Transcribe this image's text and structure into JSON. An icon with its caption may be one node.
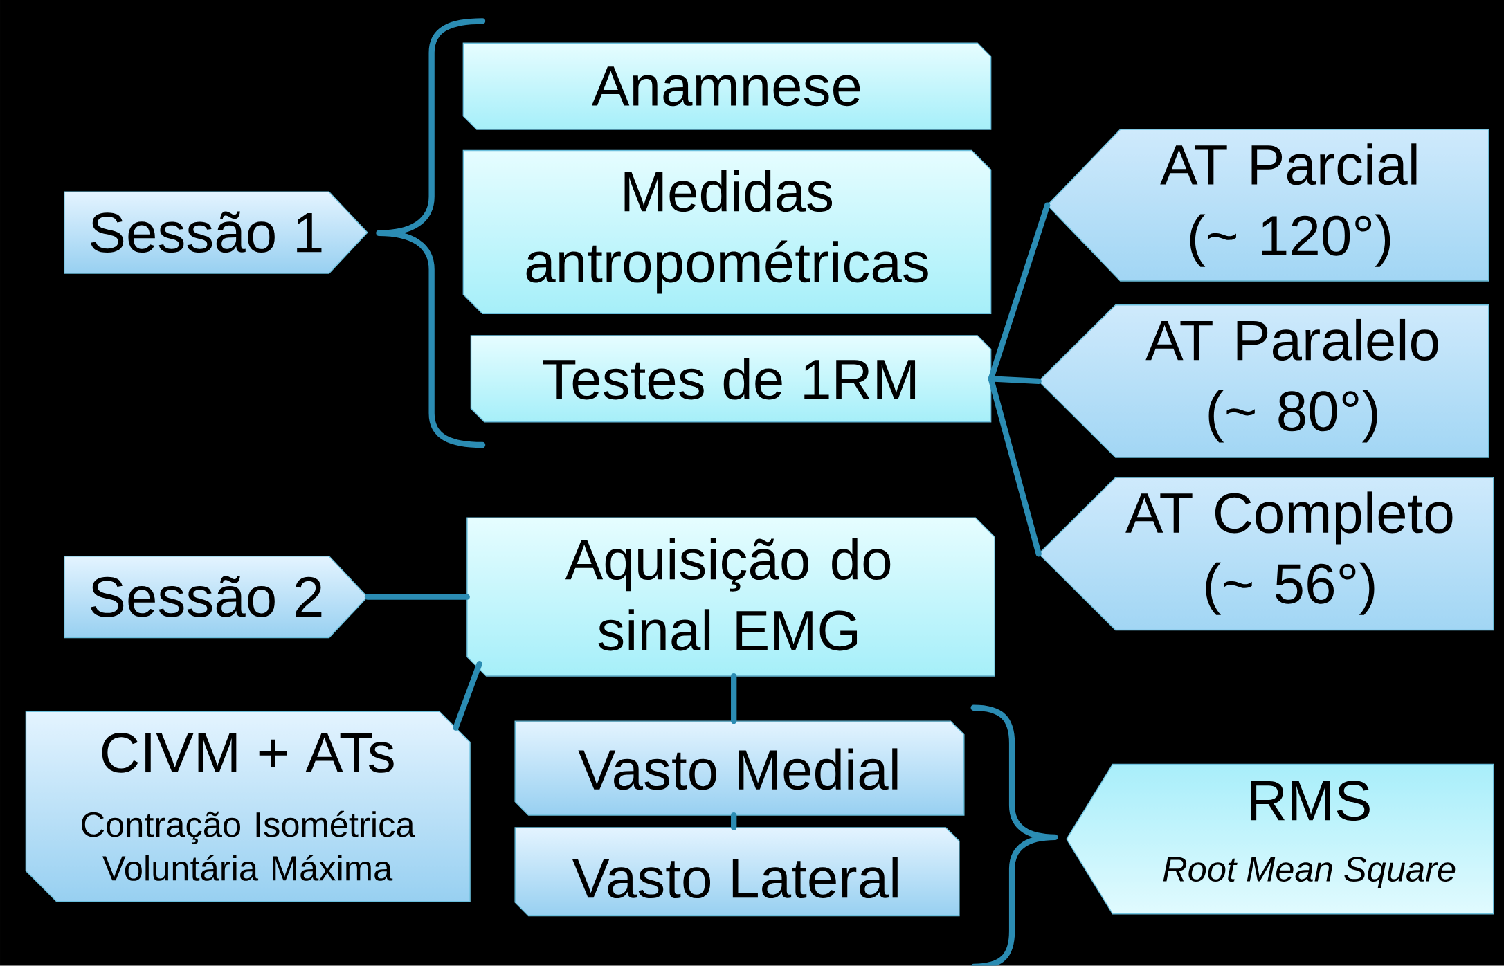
{
  "diagram": {
    "nodes": [
      {
        "text": [
          "Sessão 1"
        ]
      },
      {
        "text": [
          "Anamnese"
        ]
      },
      {
        "text": [
          "Medidas antropométricas"
        ]
      },
      {
        "text": [
          "Testes de 1RM"
        ]
      },
      {
        "text": [
          "AT Parcial (~ 120°)"
        ]
      },
      {
        "text": [
          "AT Paralelo (~ 80°)"
        ]
      },
      {
        "text": [
          "AT Completo (~ 56°)"
        ]
      },
      {
        "text": [
          "Sessão 2"
        ]
      },
      {
        "text": [
          "Aquisição do sinal EMG"
        ]
      },
      {
        "text": [
          "CIVM + ATs",
          "Contração Isométrica Voluntária Máxima"
        ]
      },
      {
        "text": [
          "Vasto Medial"
        ]
      },
      {
        "text": [
          "Vasto Lateral"
        ]
      },
      {
        "text": [
          "RMS",
          "Root Mean Square"
        ]
      }
    ],
    "edges": [
      {
        "from": 3,
        "to": 4,
        "arrow": "none"
      },
      {
        "from": 3,
        "to": 5,
        "arrow": "none"
      },
      {
        "from": 3,
        "to": 6,
        "arrow": "none"
      },
      {
        "from": 7,
        "to": 8,
        "arrow": "none"
      },
      {
        "from": 8,
        "to": 9,
        "arrow": "none"
      },
      {
        "from": 8,
        "to": 10,
        "arrow": "none"
      },
      {
        "from": 10,
        "to": 11,
        "arrow": "none"
      }
    ]
  }
}
